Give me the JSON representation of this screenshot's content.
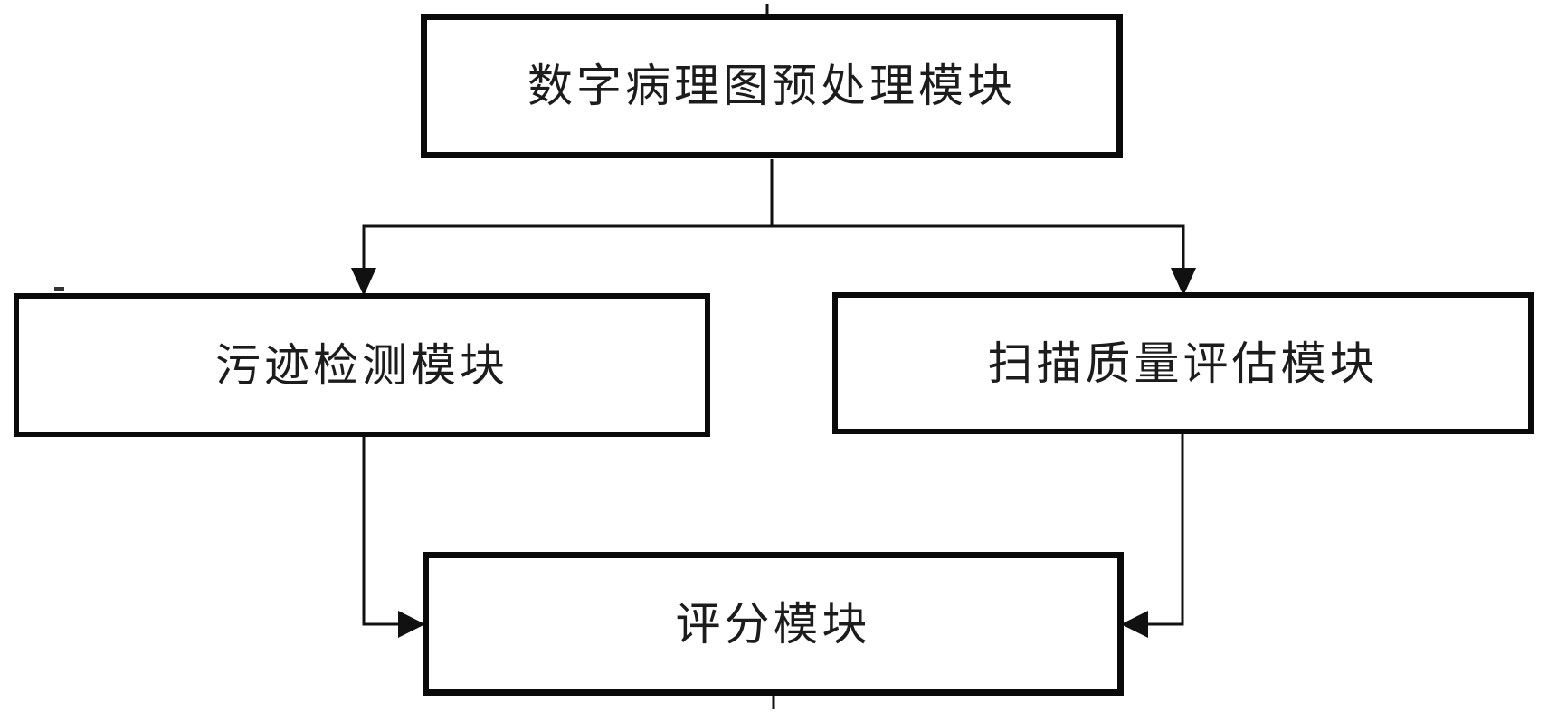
{
  "figure": {
    "type": "flowchart",
    "nodes": {
      "preprocessing": {
        "label": "数字病理图预处理模块"
      },
      "stain_detection": {
        "label": "污迹检测模块"
      },
      "scan_quality": {
        "label": "扫描质量评估模块"
      },
      "scoring": {
        "label": "评分模块"
      }
    },
    "edges": [
      {
        "from": "数字病理图预处理模块",
        "to": "污迹检测模块"
      },
      {
        "from": "数字病理图预处理模块",
        "to": "扫描质量评估模块"
      },
      {
        "from": "污迹检测模块",
        "to": "评分模块"
      },
      {
        "from": "扫描质量评估模块",
        "to": "评分模块"
      }
    ],
    "colors": {
      "ink": "#111111",
      "box_border": "#0a0a0a",
      "background": "#ffffff",
      "text": "#1c1c1c"
    }
  }
}
